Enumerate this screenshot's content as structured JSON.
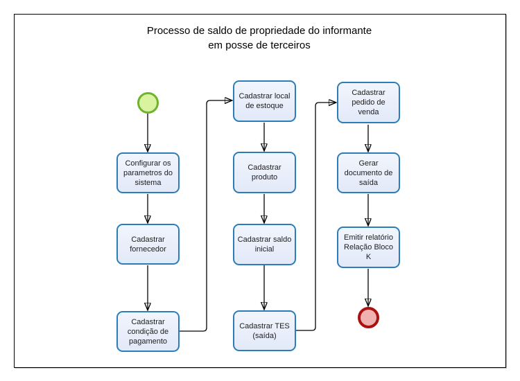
{
  "title": "Processo de saldo de propriedade do informante\nem posse de terceiros",
  "colors": {
    "frame_border": "#000000",
    "arrow": "#000000",
    "box_border": "#2b7cb9",
    "box_fill_top": "#f1f5fd",
    "box_fill_bottom": "#e2e9f8",
    "start_border": "#6fb32c",
    "start_fill": "#d9f3a1",
    "end_border": "#aa1111",
    "end_fill": "#f0b1b1"
  },
  "nodes": {
    "start": {
      "type": "start-event"
    },
    "configurar_parametros": {
      "label": "Configurar os\nparametros do\nsistema"
    },
    "cadastrar_fornecedor": {
      "label": "Cadastrar\nfornecedor"
    },
    "cadastrar_condicao_pagamento": {
      "label": "Cadastrar\ncondição de\npagamento"
    },
    "cadastrar_local_estoque": {
      "label": "Cadastrar local\nde estoque"
    },
    "cadastrar_produto": {
      "label": "Cadastrar\nproduto"
    },
    "cadastrar_saldo_inicial": {
      "label": "Cadastrar saldo\ninicial"
    },
    "cadastrar_tes": {
      "label": "Cadastrar TES\n(saída)"
    },
    "cadastrar_pedido_venda": {
      "label": "Cadastrar\npedido de\nvenda"
    },
    "gerar_documento_saida": {
      "label": "Gerar\ndocumento de\nsaída"
    },
    "emitir_relatorio": {
      "label": "Emitir relatório\nRelação Bloco\nK"
    },
    "end": {
      "type": "end-event"
    }
  }
}
